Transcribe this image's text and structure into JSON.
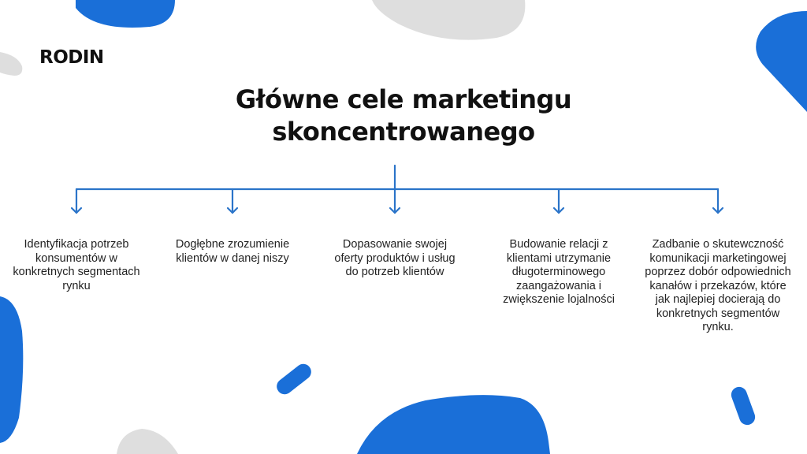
{
  "logo": "RODIN",
  "title": "Główne cele marketingu skoncentrowanego",
  "goals": [
    "Identyfikacja potrzeb konsumentów w konkretnych segmentach rynku",
    "Dogłębne zrozumienie klientów w danej niszy",
    "Dopasowanie swojej oferty produktów i usług do potrzeb klientów",
    "Budowanie relacji z klientami utrzymanie długoterminowego zaangażowania i zwiększenie lojalności",
    "Zadbanie o skutewczność komunikacji marketingowej poprzez dobór odpowiednich kanałów i przekazów, które jak najlepiej docierają do konkretnych segmentów rynku."
  ],
  "colors": {
    "accent": "#1a6fd8",
    "connector": "#2b74c9",
    "gray": "#d9d9d9",
    "text": "#111111"
  }
}
